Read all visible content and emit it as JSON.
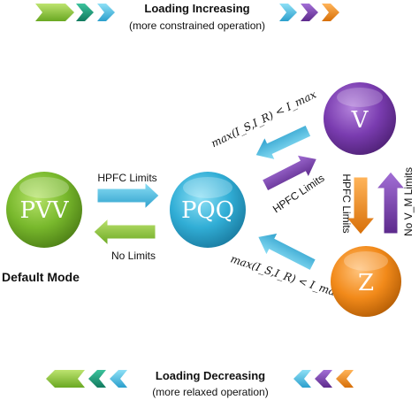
{
  "header": {
    "title": "Loading Increasing",
    "subtitle": "(more constrained operation)"
  },
  "footer": {
    "title": "Loading Decreasing",
    "subtitle": "(more relaxed operation)"
  },
  "default_mode": "Default Mode",
  "nodes": {
    "pvv": "PVV",
    "pqq": "PQQ",
    "v": "V",
    "z": "Z"
  },
  "arrow_labels": {
    "pvv_to_pqq": "HPFC Limits",
    "pqq_to_pvv": "No Limits",
    "pqq_to_v": "HPFC Limits",
    "v_to_z": "HPFC Limits",
    "z_to_v": "No V_M Limits",
    "v_to_pqq": "max(I_S,I_R) < I_max",
    "z_to_pqq": "max(I_S,I_R) < I_max"
  },
  "colors": {
    "green": "#76b82a",
    "teal": "#1b9a7a",
    "cyan": "#3fb6dc",
    "purple": "#7a3cb0",
    "orange": "#f28a1a"
  }
}
